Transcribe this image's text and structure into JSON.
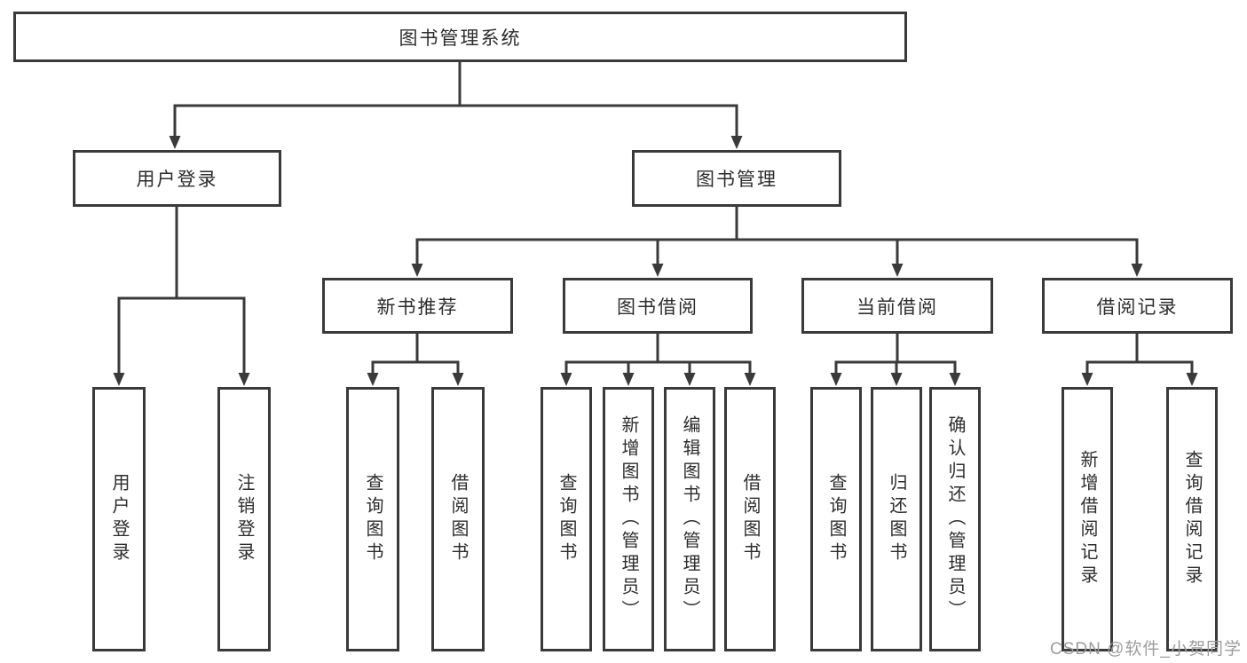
{
  "colors": {
    "line": "#3a3a3a",
    "text": "#2d2d2d",
    "background": "#ffffff",
    "watermark": "#9c9c9c"
  },
  "watermark": {
    "text": "CSDN @软件_小贺同学"
  },
  "tree": {
    "root": {
      "label": "图书管理系统"
    },
    "level2": [
      {
        "label": "用户登录"
      },
      {
        "label": "图书管理"
      }
    ],
    "level3": [
      {
        "label": "新书推荐",
        "parent": "图书管理"
      },
      {
        "label": "图书借阅",
        "parent": "图书管理"
      },
      {
        "label": "当前借阅",
        "parent": "图书管理"
      },
      {
        "label": "借阅记录",
        "parent": "图书管理"
      }
    ],
    "leaves": [
      {
        "label": "用户登录",
        "parent": "用户登录"
      },
      {
        "label": "注销登录",
        "parent": "用户登录"
      },
      {
        "label": "查询图书",
        "parent": "新书推荐"
      },
      {
        "label": "借阅图书",
        "parent": "新书推荐"
      },
      {
        "label": "查询图书",
        "parent": "图书借阅"
      },
      {
        "label": "新增图书（管理员）",
        "parent": "图书借阅"
      },
      {
        "label": "编辑图书（管理员）",
        "parent": "图书借阅"
      },
      {
        "label": "借阅图书",
        "parent": "图书借阅"
      },
      {
        "label": "查询图书",
        "parent": "当前借阅"
      },
      {
        "label": "归还图书",
        "parent": "当前借阅"
      },
      {
        "label": "确认归还（管理员）",
        "parent": "当前借阅"
      },
      {
        "label": "新增借阅记录",
        "parent": "借阅记录"
      },
      {
        "label": "查询借阅记录",
        "parent": "借阅记录"
      }
    ]
  }
}
